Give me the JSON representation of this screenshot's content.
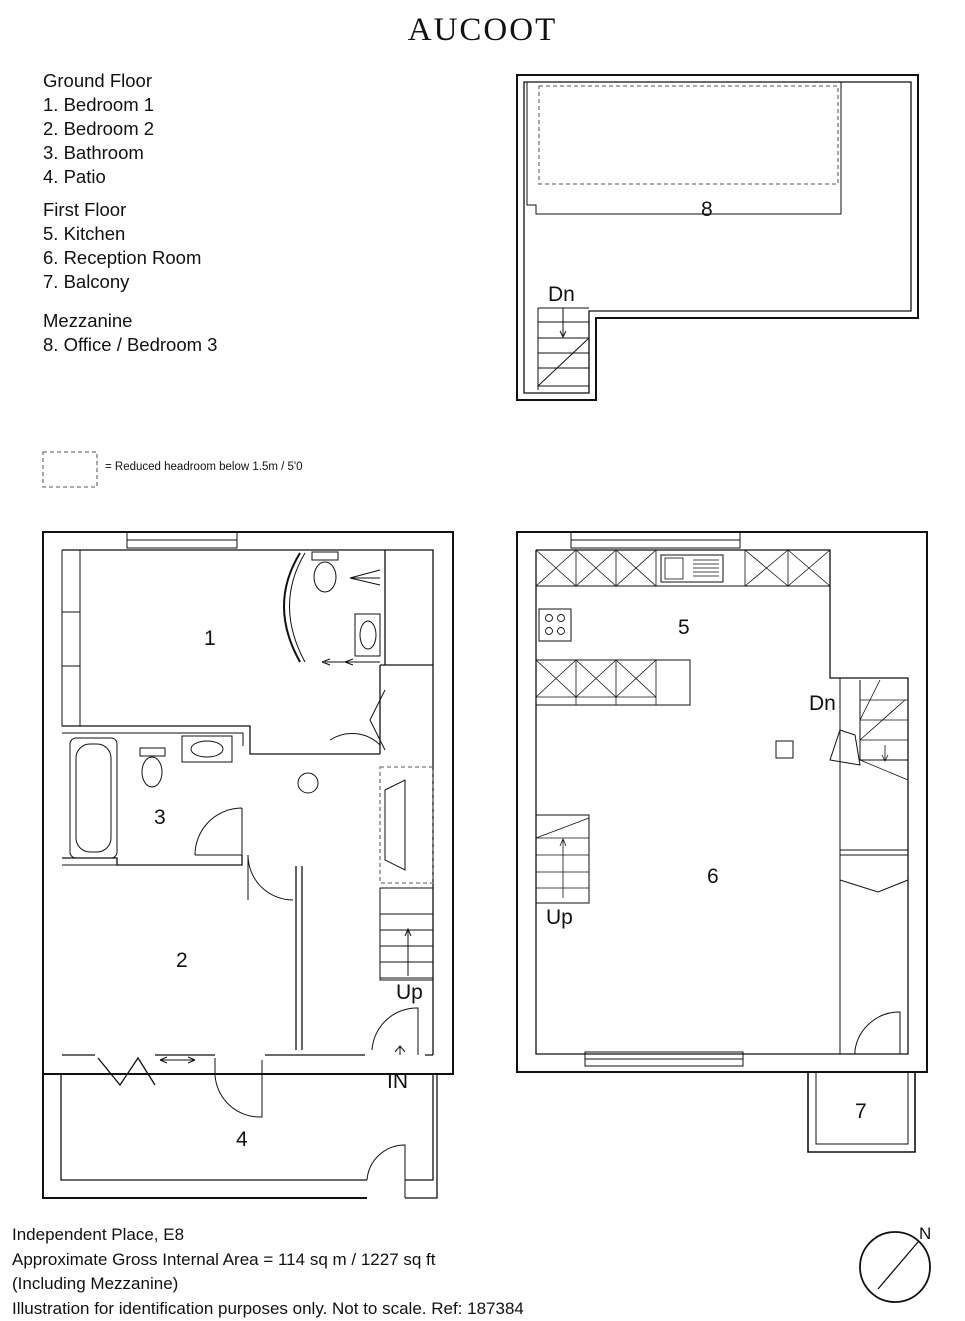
{
  "brand": "AUCOOT",
  "legend": {
    "ground_floor": {
      "heading": "Ground Floor",
      "items": [
        "1. Bedroom 1",
        "2. Bedroom 2",
        "3. Bathroom",
        "4. Patio"
      ]
    },
    "first_floor": {
      "heading": "First Floor",
      "items": [
        "5. Kitchen",
        "6. Reception Room",
        "7. Balcony"
      ]
    },
    "mezzanine": {
      "heading": "Mezzanine",
      "items": [
        "8. Office / Bedroom 3"
      ]
    }
  },
  "key": {
    "text": "= Reduced headroom below 1.5m / 5'0"
  },
  "plan": {
    "room_numbers": {
      "r1": "1",
      "r2": "2",
      "r3": "3",
      "r4": "4",
      "r5": "5",
      "r6": "6",
      "r7": "7",
      "r8": "8"
    },
    "labels": {
      "mezz_dn": "Dn",
      "ground_up": "Up",
      "ground_in": "IN",
      "first_dn": "Dn",
      "first_up": "Up"
    },
    "compass": "N"
  },
  "footer": {
    "address": "Independent Place, E8",
    "area": "Approximate Gross Internal Area = 114 sq m / 1227 sq ft",
    "including": "(Including Mezzanine)",
    "disclaimer": "Illustration for identification purposes only. Not to scale. Ref: 187384"
  }
}
